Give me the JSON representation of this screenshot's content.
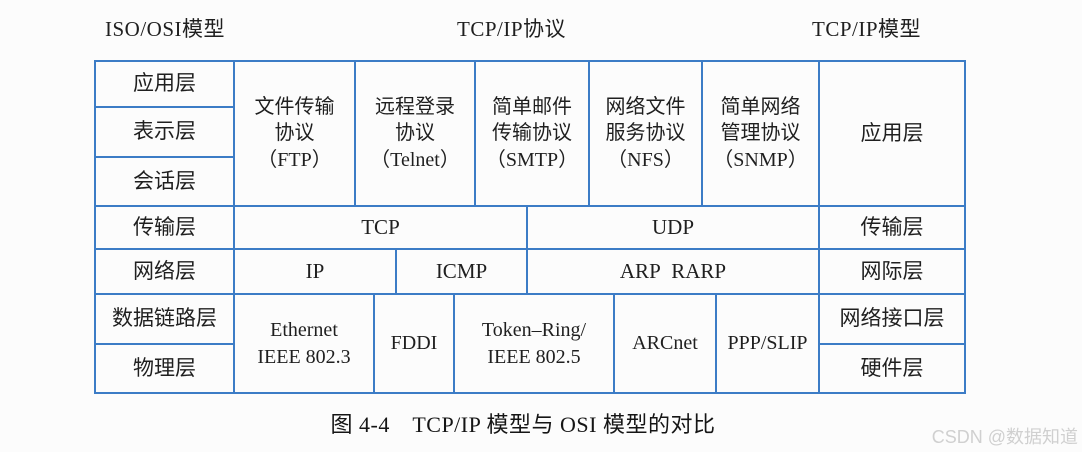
{
  "headers": {
    "osi_model": "ISO/OSI模型",
    "tcpip_protocols": "TCP/IP协议",
    "tcpip_model": "TCP/IP模型"
  },
  "osi_layers": {
    "application": "应用层",
    "presentation": "表示层",
    "session": "会话层",
    "transport": "传输层",
    "network": "网络层",
    "datalink": "数据链路层",
    "physical": "物理层"
  },
  "protocols": {
    "ftp": "文件传输\n协议\n（FTP）",
    "telnet": "远程登录\n协议\n（Telnet）",
    "smtp": "简单邮件\n传输协议\n（SMTP）",
    "nfs": "网络文件\n服务协议\n（NFS）",
    "snmp": "简单网络\n管理协议\n（SNMP）",
    "tcp": "TCP",
    "udp": "UDP",
    "ip": "IP",
    "icmp": "ICMP",
    "arp_rarp": "ARP RARP",
    "ethernet": "Ethernet\nIEEE 802.3",
    "fddi": "FDDI",
    "token_ring": "Token–Ring/\nIEEE 802.5",
    "arcnet": "ARCnet",
    "ppp_slip": "PPP/SLIP"
  },
  "tcpip_layers": {
    "application": "应用层",
    "transport": "传输层",
    "internet": "网际层",
    "network_interface": "网络接口层",
    "hardware": "硬件层"
  },
  "caption": "图 4-4 TCP/IP 模型与 OSI 模型的对比",
  "watermark": "CSDN @数据知道",
  "colors": {
    "table_border": "#3c7cc6",
    "text": "#1f1f1f",
    "watermark": "#d0d0d0",
    "background": "#fcfcfc"
  }
}
